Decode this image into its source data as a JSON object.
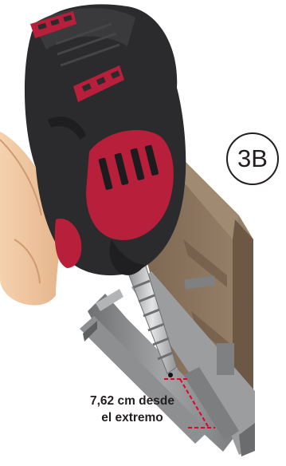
{
  "step_label": "3B",
  "callout": {
    "line1": "7,62 cm desde",
    "line2": "el extremo"
  },
  "colors": {
    "drill_body": "#2b2a2c",
    "drill_accent": "#b81f3a",
    "wood_board": "#8b7560",
    "metal_track": "#8a8b8d",
    "hand_skin": "#f1c8a0",
    "marker_line": "#e4002b"
  },
  "icons": [
    "power-drill-illustration",
    "hand-illustration",
    "drill-bit",
    "wood-board",
    "metal-track",
    "measurement-marker"
  ]
}
